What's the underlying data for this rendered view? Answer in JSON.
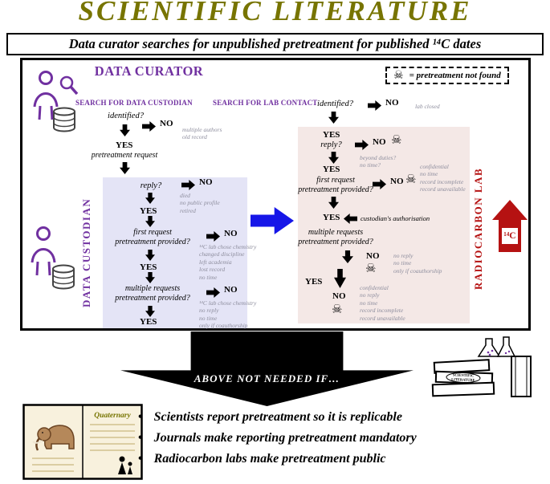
{
  "title": "SCIENTIFIC LITERATURE",
  "subtitle": "Data curator searches for unpublished pretreatment for published ¹⁴C dates",
  "icons": {
    "skull": "☠",
    "bullet": "•"
  },
  "legend_text": "= pretreatment not found",
  "labels": {
    "yes": "YES",
    "no": "NO"
  },
  "curator": {
    "title": "DATA CURATOR",
    "search_custodian": "SEARCH FOR DATA CUSTODIAN",
    "search_lab": "SEARCH FOR LAB CONTACT"
  },
  "custodian_panel": {
    "side_label": "DATA CUSTODIAN"
  },
  "lab_panel": {
    "side_label": "RADIOCARBON LAB",
    "icon_text": "¹⁴C"
  },
  "left": {
    "identified": "identified?",
    "identified_no_reasons": "multiple authors\nold record",
    "request": "pretreatment request",
    "reply": "reply?",
    "reply_no_reasons": "died\nno public profile\nretired",
    "first_request": "first request\npretreatment provided?",
    "first_request_no_reasons": "¹⁴C lab chose chemistry\nchanged discipline\nleft academia\nlost record\nno time",
    "multiple": "multiple requests\npretreatment provided?",
    "multiple_no_reasons": "¹⁴C lab chose chemistry\nno reply\nno time\nonly if coauthorship"
  },
  "right": {
    "identified": "identified?",
    "identified_no_reasons": "lab closed",
    "reply": "reply?",
    "reply_no_reasons": "beyond duties?\nno time?",
    "first_request": "first request\npretreatment provided?",
    "first_request_no_reasons": "confidential\nno time\nrecord incomplete\nrecord unavailable",
    "authorisation": "custodian's authorisation",
    "multiple": "multiple requests\npretreatment provided?",
    "multiple_no_reasons": "no reply\nno time\nonly if coauthorship",
    "final_no_reasons": "confidential\nno reply\nno time\nrecord incomplete\nrecord unavailable"
  },
  "bottom": {
    "arrow_text": "ABOVE NOT NEEDED IF…",
    "bullets": [
      "Scientists report pretreatment so it is replicable",
      "Journals make reporting pretreatment mandatory",
      "Radiocarbon labs make pretreatment public"
    ],
    "journal_label": "Quaternary",
    "book_label_1": "SCIENTIFIC",
    "book_label_2": "LITERATURE"
  }
}
